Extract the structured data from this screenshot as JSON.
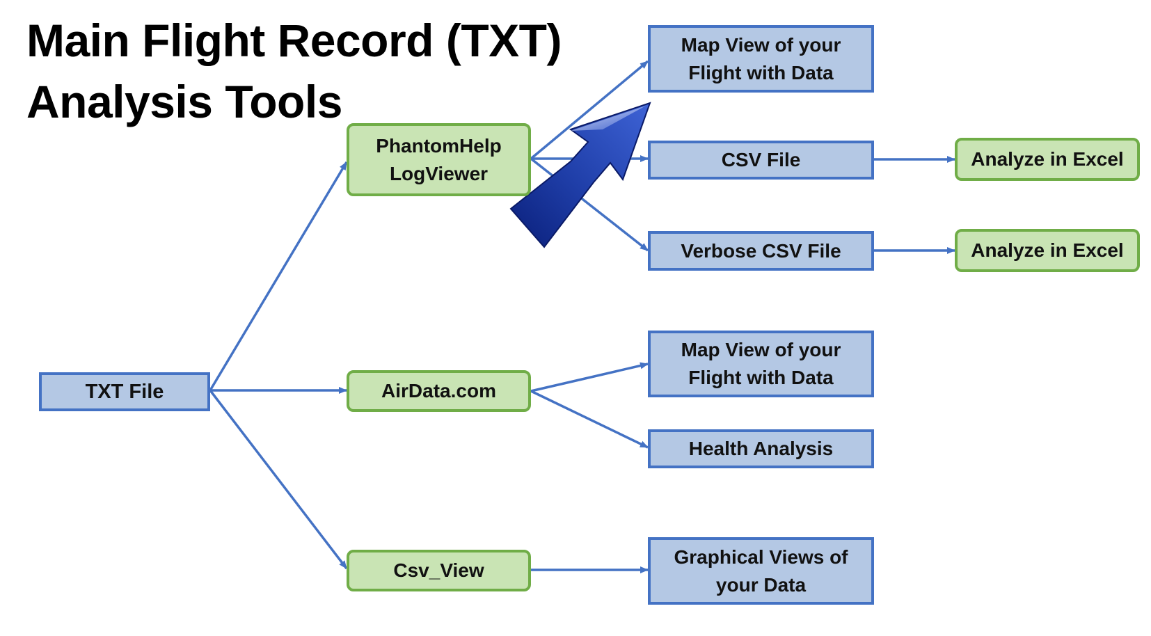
{
  "title": {
    "line1": "Main Flight Record (TXT)",
    "line2": "Analysis Tools"
  },
  "nodes": {
    "txt_file": "TXT File",
    "phantomhelp": [
      "PhantomHelp",
      "LogViewer"
    ],
    "airdata": "AirData.com",
    "csv_view": "Csv_View",
    "map_view_1": [
      "Map View of your",
      "Flight with Data"
    ],
    "csv_file": "CSV File",
    "verbose_csv": "Verbose CSV File",
    "excel_1": "Analyze in Excel",
    "excel_2": "Analyze in Excel",
    "map_view_2": [
      "Map View of your",
      "Flight with Data"
    ],
    "health": "Health Analysis",
    "graphical": [
      "Graphical Views of",
      "your Data"
    ]
  },
  "colors": {
    "connector": "#4472c4",
    "blue_fill": "#b4c8e4",
    "blue_border": "#4472c4",
    "green_fill": "#c9e4b4",
    "green_border": "#70ad47",
    "big_arrow": "#1f3ea8"
  },
  "icons": {
    "highlight_arrow": "big-blue-arrow-icon"
  }
}
